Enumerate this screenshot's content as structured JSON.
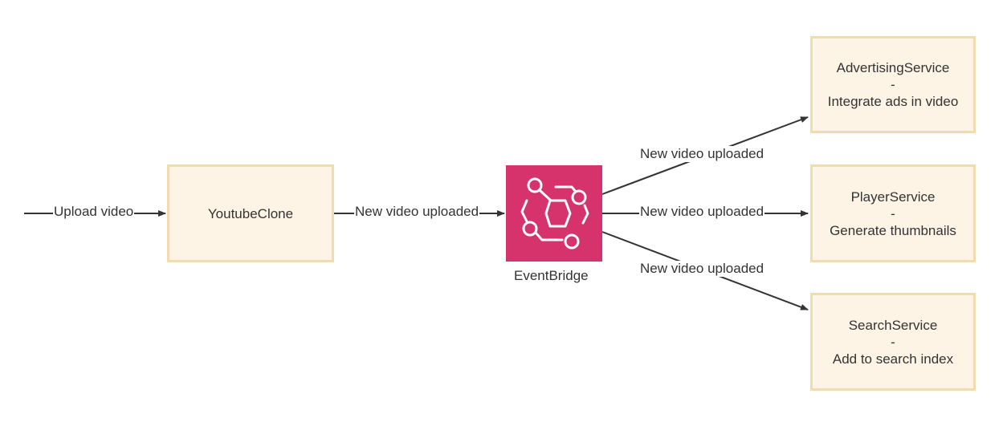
{
  "nodes": {
    "youtube_clone": {
      "label": "YoutubeClone"
    },
    "eventbridge": {
      "label": "EventBridge"
    },
    "advertising": {
      "name": "AdvertisingService",
      "separator": "-",
      "description": "Integrate ads in video"
    },
    "player": {
      "name": "PlayerService",
      "separator": "-",
      "description": "Generate thumbnails"
    },
    "search": {
      "name": "SearchService",
      "separator": "-",
      "description": "Add to search index"
    }
  },
  "edges": {
    "upload": {
      "label": "Upload video"
    },
    "to_eventbridge": {
      "label": "New video uploaded"
    },
    "to_advertising": {
      "label": "New video uploaded"
    },
    "to_player": {
      "label": "New video uploaded"
    },
    "to_search": {
      "label": "New video uploaded"
    }
  },
  "colors": {
    "box_fill": "#fdf4e6",
    "box_border": "#f0dcae",
    "eventbridge": "#d6336c",
    "line": "#333333"
  },
  "icons": {
    "eventbridge": "eventbridge-icon"
  }
}
